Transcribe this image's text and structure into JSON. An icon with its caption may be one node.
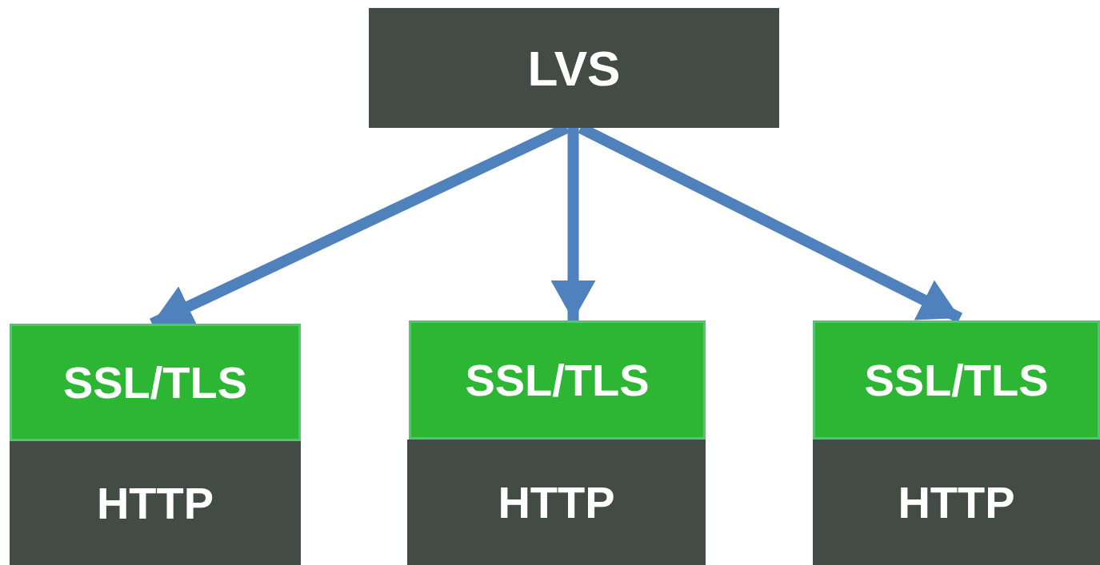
{
  "diagram": {
    "nodes": [
      {
        "text": [
          "LVS"
        ]
      },
      {
        "text": [
          "SSL/TLS"
        ]
      },
      {
        "text": [
          "HTTP"
        ]
      },
      {
        "text": [
          "SSL/TLS"
        ]
      },
      {
        "text": [
          "HTTP"
        ]
      },
      {
        "text": [
          "SSL/TLS"
        ]
      },
      {
        "text": [
          "HTTP"
        ]
      }
    ],
    "edges": [
      {
        "from": 0,
        "to": 1,
        "arrow": "to"
      },
      {
        "from": 0,
        "to": 3,
        "arrow": "to"
      },
      {
        "from": 0,
        "to": 5,
        "arrow": "to"
      }
    ]
  }
}
